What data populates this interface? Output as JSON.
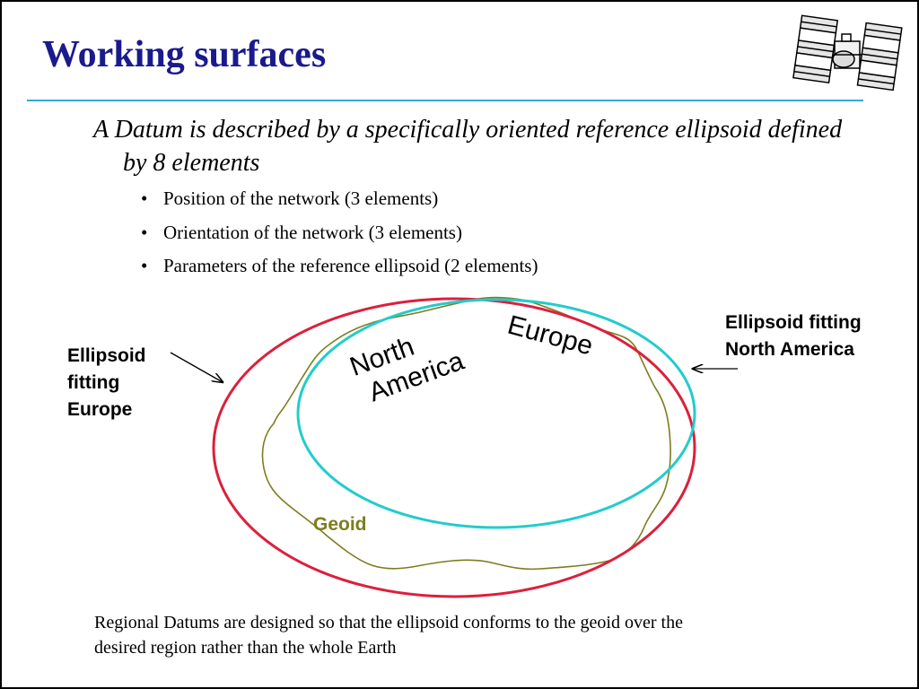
{
  "slide": {
    "title": "Working surfaces",
    "main_point": "A Datum is described by a specifically oriented reference ellipsoid defined by 8 elements",
    "bullets": [
      "Position of the network (3 elements)",
      "Orientation of the network (3 elements)",
      "Parameters of the reference ellipsoid (2 elements)"
    ],
    "bullet_glyph": "•",
    "footer": "Regional Datums are designed so that the ellipsoid conforms to the geoid over the desired region rather than the whole Earth"
  },
  "diagram": {
    "label_europe_ellipsoid": "Ellipsoid fitting Europe",
    "label_na_ellipsoid": "Ellipsoid fitting North America",
    "geoid_label": "Geoid",
    "region_north_line1": "North",
    "region_north_line2": "America",
    "region_europe": "Europe"
  },
  "colors": {
    "title": "#1a1a8c",
    "rule": "#33aacc",
    "europe_ellipsoid": "#dd1f3c",
    "na_ellipsoid": "#22cccc",
    "geoid": "#7d7d1e"
  },
  "icons": {
    "corner_graphic": "satellite-icon"
  }
}
